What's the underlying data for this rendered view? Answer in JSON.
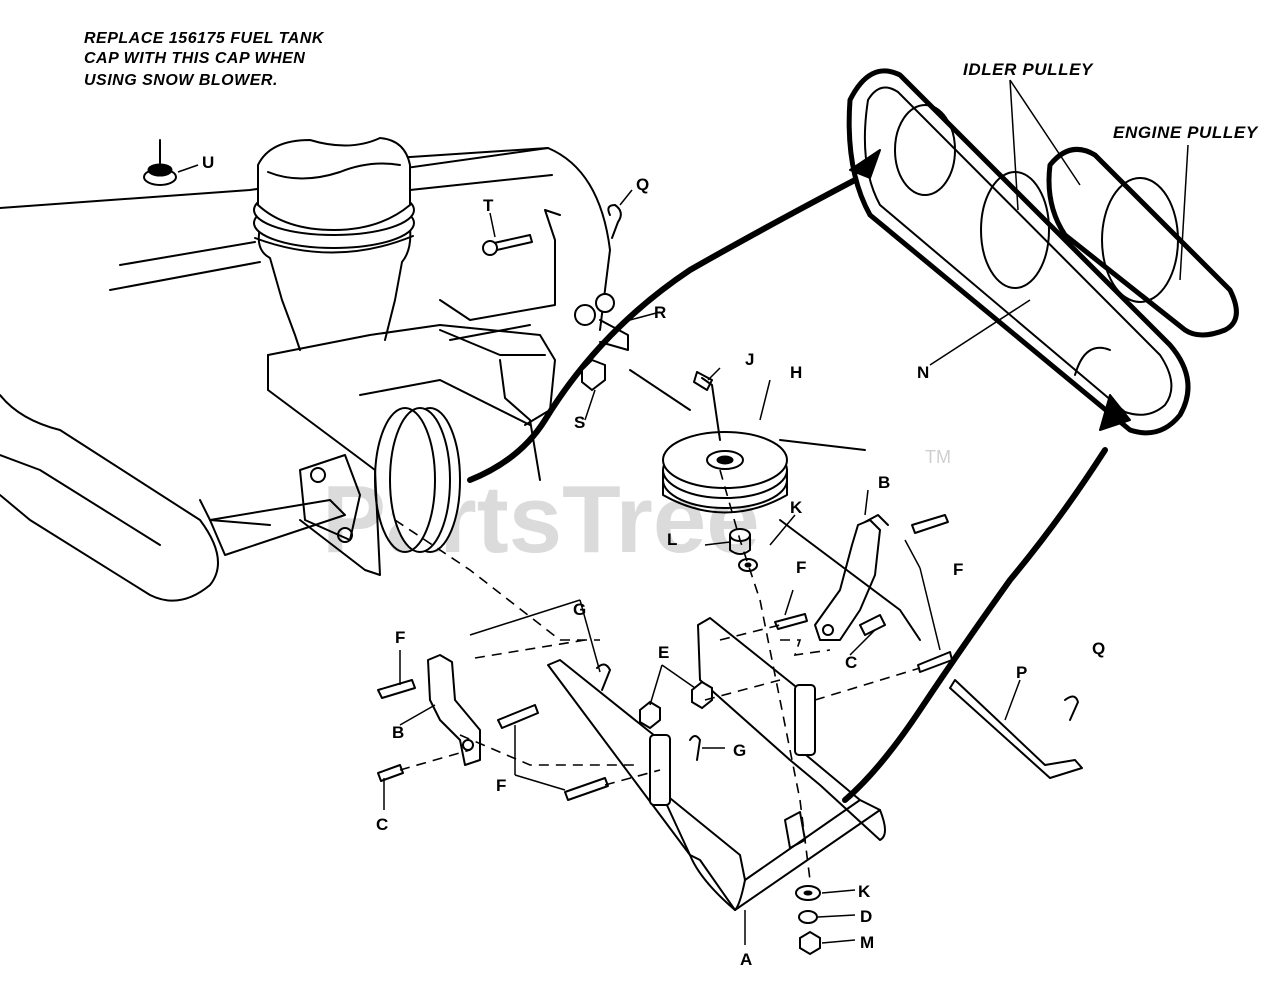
{
  "note": {
    "lines": [
      "REPLACE 156175 FUEL TANK",
      "CAP WITH THIS CAP WHEN",
      "USING SNOW BLOWER."
    ]
  },
  "callouts": {
    "idler_pulley": "IDLER PULLEY",
    "engine_pulley": "ENGINE PULLEY"
  },
  "watermark": {
    "text": "PartsTree",
    "mark": "TM"
  },
  "labels": {
    "U": "U",
    "Q_top": "Q",
    "T": "T",
    "R": "R",
    "S": "S",
    "J": "J",
    "H": "H",
    "N": "N",
    "B_right": "B",
    "K_mid": "K",
    "L": "L",
    "F_right": "F",
    "F_mid": "F",
    "C_right": "C",
    "Q_right": "Q",
    "P": "P",
    "F_left": "F",
    "G_top": "G",
    "E": "E",
    "B_left": "B",
    "C_left": "C",
    "F_lower": "F",
    "G_right": "G",
    "K_bottom": "K",
    "D": "D",
    "M": "M",
    "A": "A"
  }
}
